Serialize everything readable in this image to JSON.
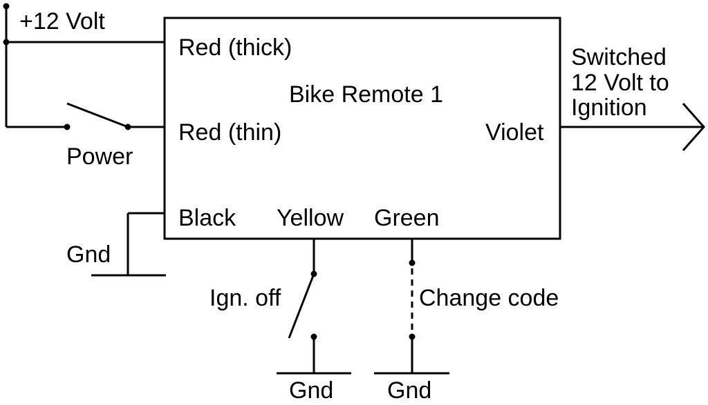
{
  "module_label": "Bike Remote 1",
  "supply_label": "+12 Volt",
  "wires": {
    "red_thick": "Red (thick)",
    "red_thin": "Red (thin)",
    "violet": "Violet",
    "black": "Black",
    "yellow": "Yellow",
    "green": "Green"
  },
  "switches": {
    "power": "Power",
    "ign_off": "Ign. off",
    "change_code": "Change code"
  },
  "output": {
    "line1": "Switched",
    "line2": "12 Volt to",
    "line3": "Ignition"
  },
  "grounds": {
    "black_gnd": "Gnd",
    "yellow_gnd": "Gnd",
    "green_gnd": "Gnd"
  },
  "colors": {
    "ink": "#000000",
    "background": "#ffffff"
  }
}
